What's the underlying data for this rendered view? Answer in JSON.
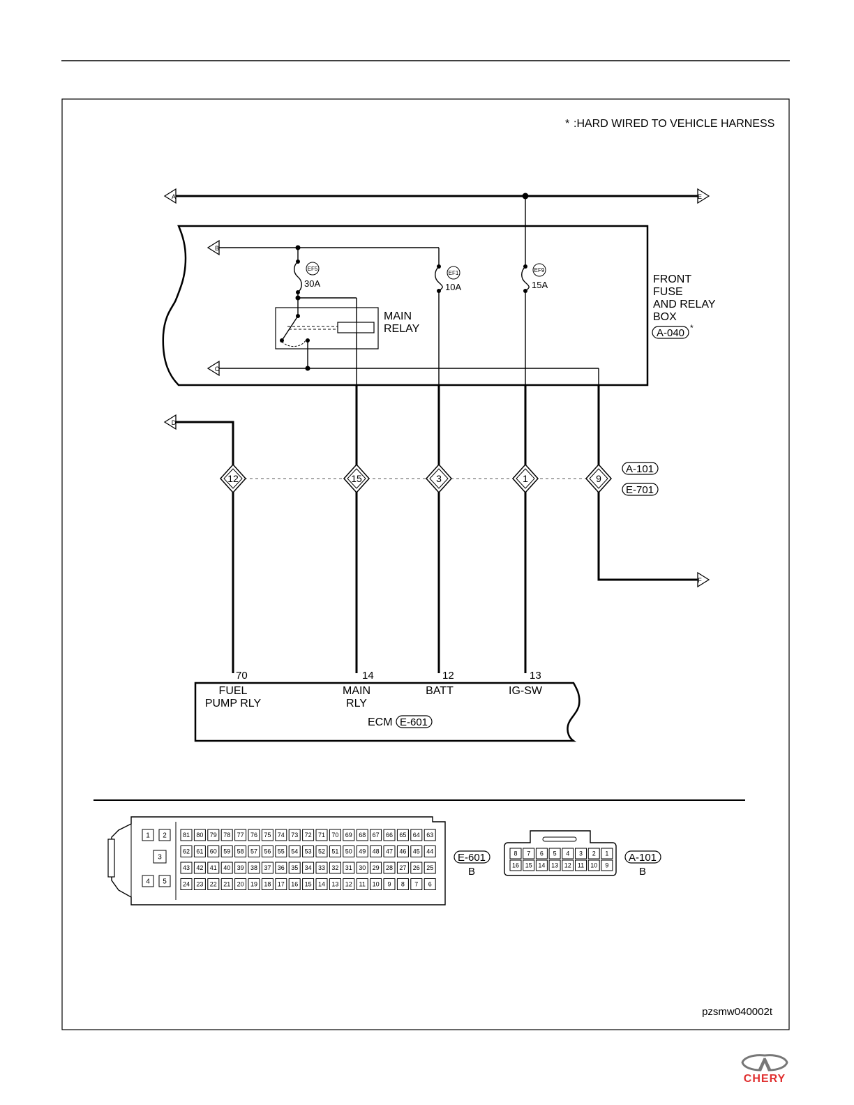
{
  "note": {
    "asterisk": "*",
    "text": ":HARD WIRED TO VEHICLE HARNESS"
  },
  "offpage_connectors": [
    "A",
    "B",
    "C",
    "D",
    "E",
    "F"
  ],
  "fuses": [
    {
      "name": "EF5",
      "rating": "30A"
    },
    {
      "name": "EF1",
      "rating": "10A"
    },
    {
      "name": "EF9",
      "rating": "15A"
    }
  ],
  "main_relay": {
    "label_line1": "MAIN",
    "label_line2": "RELAY"
  },
  "fuse_box": {
    "line1": "FRONT",
    "line2": "FUSE",
    "line3": "AND RELAY",
    "line4": "BOX",
    "connector": "A-040",
    "asterisk": "*"
  },
  "inline_connector": {
    "labels": [
      "A-101",
      "E-701"
    ],
    "pins": [
      "12",
      "15",
      "3",
      "1",
      "9"
    ]
  },
  "ecm": {
    "name": "ECM",
    "connector": "E-601",
    "pins": [
      {
        "number": "70",
        "line1": "FUEL",
        "line2": "PUMP RLY"
      },
      {
        "number": "14",
        "line1": "MAIN",
        "line2": "RLY"
      },
      {
        "number": "12",
        "line1": "BATT",
        "line2": ""
      },
      {
        "number": "13",
        "line1": "IG-SW",
        "line2": ""
      }
    ]
  },
  "connector_views": [
    {
      "id": "E-601",
      "color": "B",
      "left_pins": [
        "1",
        "2",
        "3",
        "4",
        "5"
      ],
      "rows": [
        [
          "81",
          "80",
          "79",
          "78",
          "77",
          "76",
          "75",
          "74",
          "73",
          "72",
          "71",
          "70",
          "69",
          "68",
          "67",
          "66",
          "65",
          "64",
          "63"
        ],
        [
          "62",
          "61",
          "60",
          "59",
          "58",
          "57",
          "56",
          "55",
          "54",
          "53",
          "52",
          "51",
          "50",
          "49",
          "48",
          "47",
          "46",
          "45",
          "44"
        ],
        [
          "43",
          "42",
          "41",
          "40",
          "39",
          "38",
          "37",
          "36",
          "35",
          "34",
          "33",
          "32",
          "31",
          "30",
          "29",
          "28",
          "27",
          "26",
          "25"
        ],
        [
          "24",
          "23",
          "22",
          "21",
          "20",
          "19",
          "18",
          "17",
          "16",
          "15",
          "14",
          "13",
          "12",
          "11",
          "10",
          "9",
          "8",
          "7",
          "6"
        ]
      ]
    },
    {
      "id": "A-101",
      "color": "B",
      "rows": [
        [
          "8",
          "7",
          "6",
          "5",
          "4",
          "3",
          "2",
          "1"
        ],
        [
          "16",
          "15",
          "14",
          "13",
          "12",
          "11",
          "10",
          "9"
        ]
      ]
    }
  ],
  "figure_code": "pzsmw040002t",
  "brand": {
    "name": "CHERY"
  }
}
